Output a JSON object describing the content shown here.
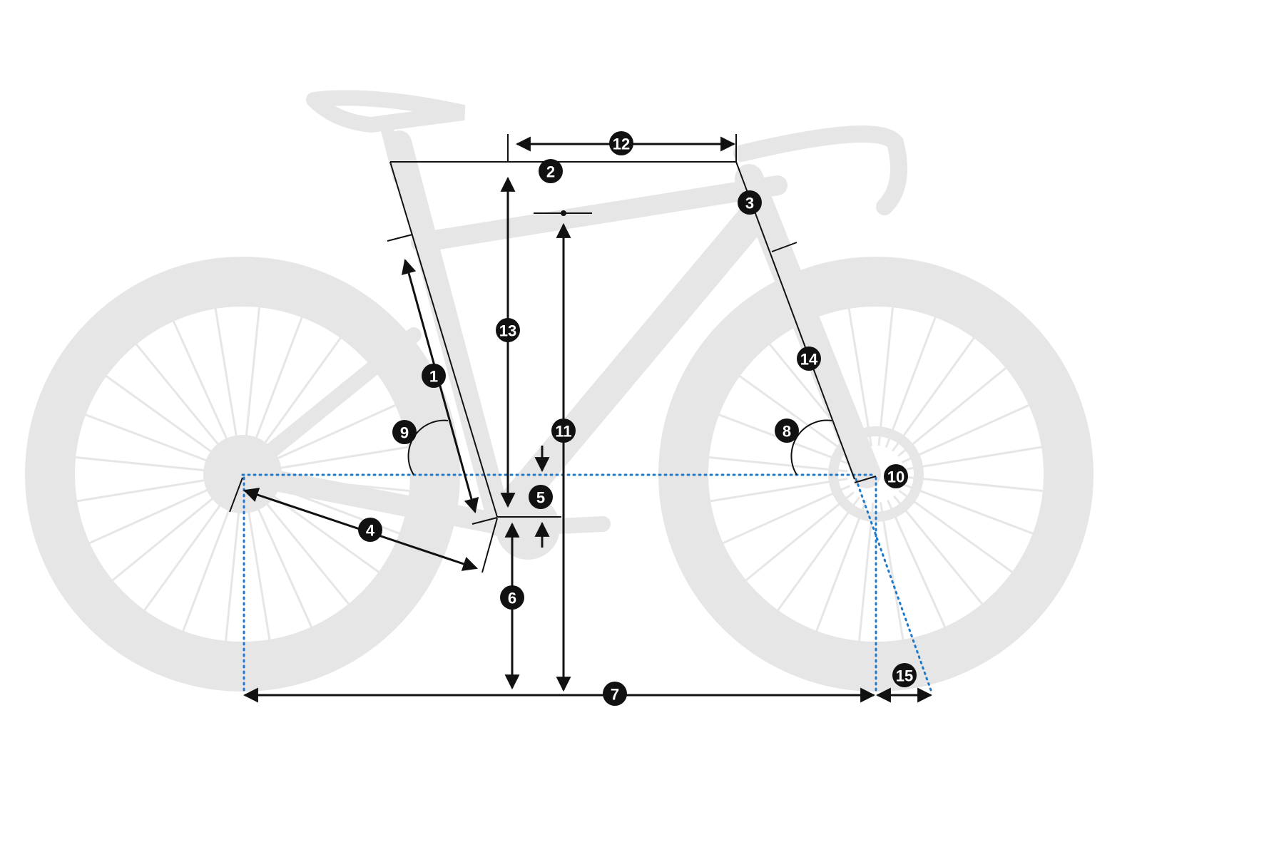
{
  "diagram": {
    "type": "bicycle-geometry",
    "markers": [
      "1",
      "2",
      "3",
      "4",
      "5",
      "6",
      "7",
      "8",
      "9",
      "10",
      "11",
      "12",
      "13",
      "14",
      "15"
    ],
    "colors": {
      "silhouette": "#e6e6e6",
      "lines": "#111111",
      "reference_lines": "#1f78c8",
      "marker_fill": "#111111",
      "marker_text": "#ffffff"
    }
  }
}
